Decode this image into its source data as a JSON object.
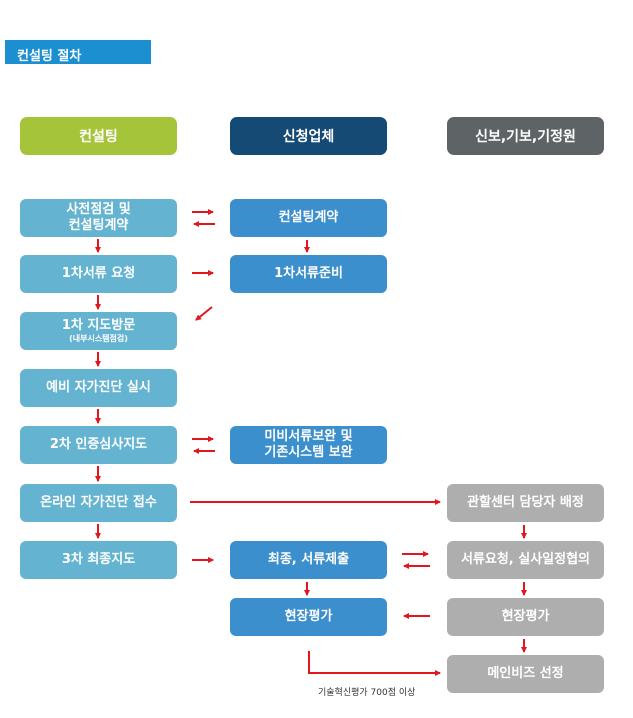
{
  "section_title": "컨설팅 절차",
  "columns": {
    "consulting": "컨설팅",
    "company": "신청업체",
    "agency": "신보,기보,기정원"
  },
  "consulting_steps": {
    "s1_line1": "사전점검 및",
    "s1_line2": "컨설팅계약",
    "s2": "1차서류 요청",
    "s3": "1차 지도방문",
    "s3_sub": "(내부시스템점검)",
    "s4": "예비 자가진단 실시",
    "s5": "2차 인증심사지도",
    "s6": "온라인 자가진단 접수",
    "s7": "3차 최종지도"
  },
  "company_steps": {
    "c1": "컨설팅계약",
    "c2": "1차서류준비",
    "c3_line1": "미비서류보완 및",
    "c3_line2": "기존시스템 보완",
    "c4": "최종, 서류제출",
    "c5": "현장평가"
  },
  "agency_steps": {
    "a1": "관할센터 담당자 배정",
    "a2": "서류요청, 실사일정협의",
    "a3": "현장평가",
    "a4": "메인비즈 선정"
  },
  "note": "기술혁신평가 700점 이상",
  "colors": {
    "title_bar": "#1b8fd0",
    "header_green": "#a5c43a",
    "header_navy": "#154a75",
    "header_gray": "#5e6366",
    "box_light_blue": "#64b3d1",
    "box_blue": "#3b8fcc",
    "box_gray": "#aeaeae",
    "arrow_red": "#e2161d"
  }
}
